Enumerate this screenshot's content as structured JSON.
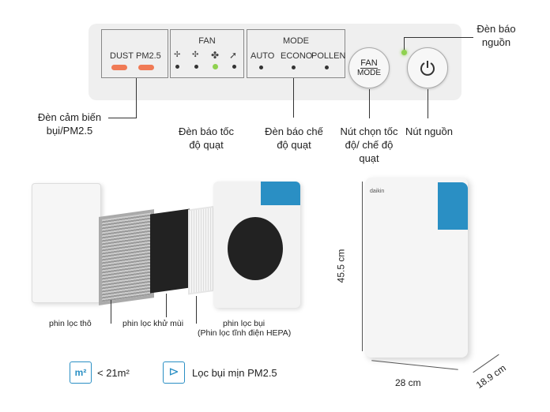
{
  "panel": {
    "dust": "DUST",
    "pm25": "PM2.5",
    "fan": "FAN",
    "mode": "MODE",
    "auto": "AUTO",
    "econo": "ECONO",
    "pollen": "POLLEN",
    "fan_btn": "FAN",
    "mode_btn": "MODE"
  },
  "callouts": {
    "power_led": "Đèn báo nguồn",
    "sensor": "Đèn cảm biến bụi/PM2.5",
    "fan_speed": "Đèn báo tốc độ quạt",
    "fan_mode": "Đèn báo chế độ quạt",
    "select_btn": "Nút chọn tốc độ/ chế độ quạt",
    "power_btn": "Nút nguồn"
  },
  "filters": {
    "coarse": "phin lọc thô",
    "deodor": "phin lọc khử mùi",
    "dust": "phin lọc bụi",
    "dust_sub": "(Phin lọc tĩnh điện HEPA)"
  },
  "features": {
    "area": "< 21m²",
    "area_icon": "m²",
    "pm": "Lọc bụi mịn PM2.5"
  },
  "dimensions": {
    "height": "45.5 cm",
    "width": "28 cm",
    "depth": "18.9 cm"
  },
  "colors": {
    "led_orange": "#f07a55",
    "led_green": "#8fd14f",
    "accent_blue": "#2a8fc4"
  }
}
